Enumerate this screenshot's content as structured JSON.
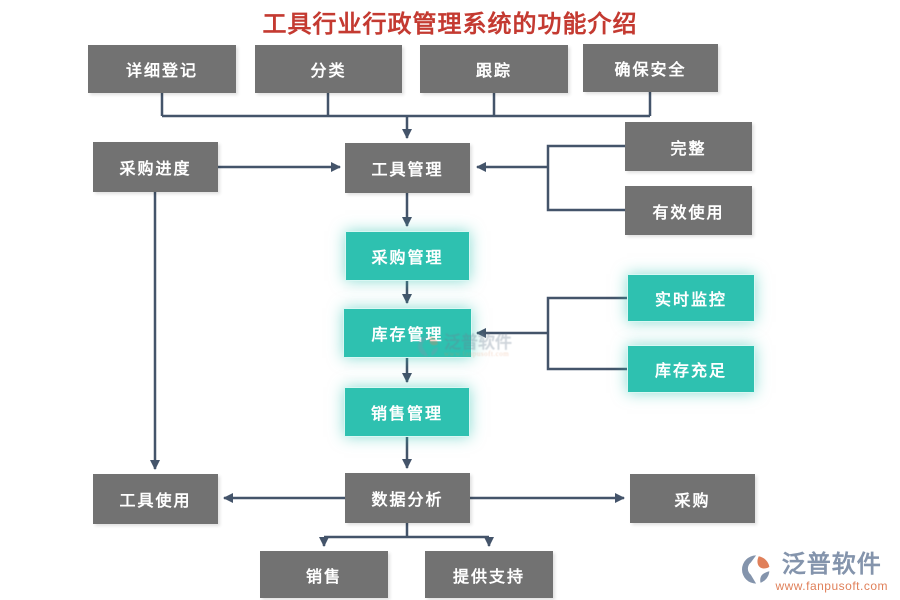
{
  "title": "工具行业行政管理系统的功能介绍",
  "colors": {
    "title_red": "#c43a31",
    "gray_box": "#727272",
    "teal_box": "#2ec1b0",
    "connector": "#44546a",
    "logo_gray": "#8494ac",
    "logo_orange": "#e0805a"
  },
  "nodes": {
    "detail_register": {
      "label": "详细登记"
    },
    "classify": {
      "label": "分类"
    },
    "track": {
      "label": "跟踪"
    },
    "ensure_safety": {
      "label": "确保安全"
    },
    "purchase_progress": {
      "label": "采购进度"
    },
    "tool_management": {
      "label": "工具管理"
    },
    "complete": {
      "label": "完整"
    },
    "effective_use": {
      "label": "有效使用"
    },
    "purchase_management": {
      "label": "采购管理"
    },
    "inventory_management": {
      "label": "库存管理"
    },
    "realtime_monitor": {
      "label": "实时监控"
    },
    "inventory_sufficient": {
      "label": "库存充足"
    },
    "sales_management": {
      "label": "销售管理"
    },
    "data_analysis": {
      "label": "数据分析"
    },
    "tool_usage": {
      "label": "工具使用"
    },
    "purchase": {
      "label": "采购"
    },
    "sales": {
      "label": "销售"
    },
    "provide_support": {
      "label": "提供支持"
    }
  },
  "logo": {
    "name": "泛普软件",
    "url": "www.fanpusoft.com"
  },
  "watermark": {
    "name": "泛普软件"
  }
}
